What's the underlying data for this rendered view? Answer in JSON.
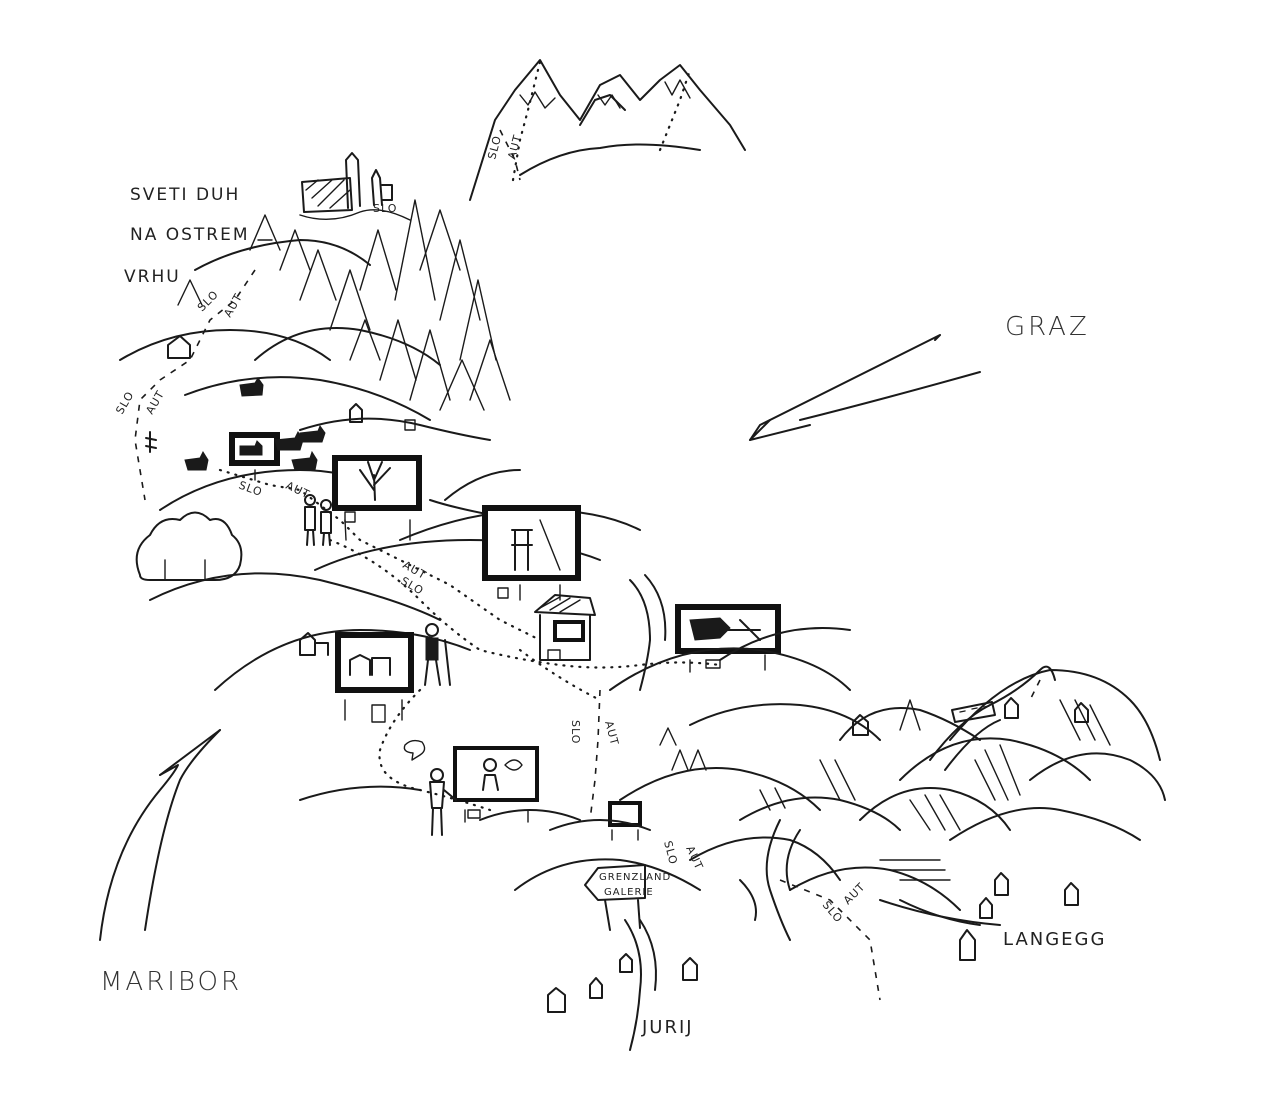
{
  "labels": {
    "village_line1": "SVETI DUH",
    "village_line2": "NA OSTREM",
    "village_line3": "VRHU",
    "city_graz": "GRAZ",
    "city_maribor": "MARIBOR",
    "town_langegg": "LANGEGG",
    "town_jurij": "JURIJ",
    "signpost_line1": "GRENZLAND",
    "signpost_line2": "GALERIE"
  },
  "border_markers": {
    "slovenia": "SLO",
    "austria": "AUT"
  },
  "ink_color": "#1a1a1a"
}
